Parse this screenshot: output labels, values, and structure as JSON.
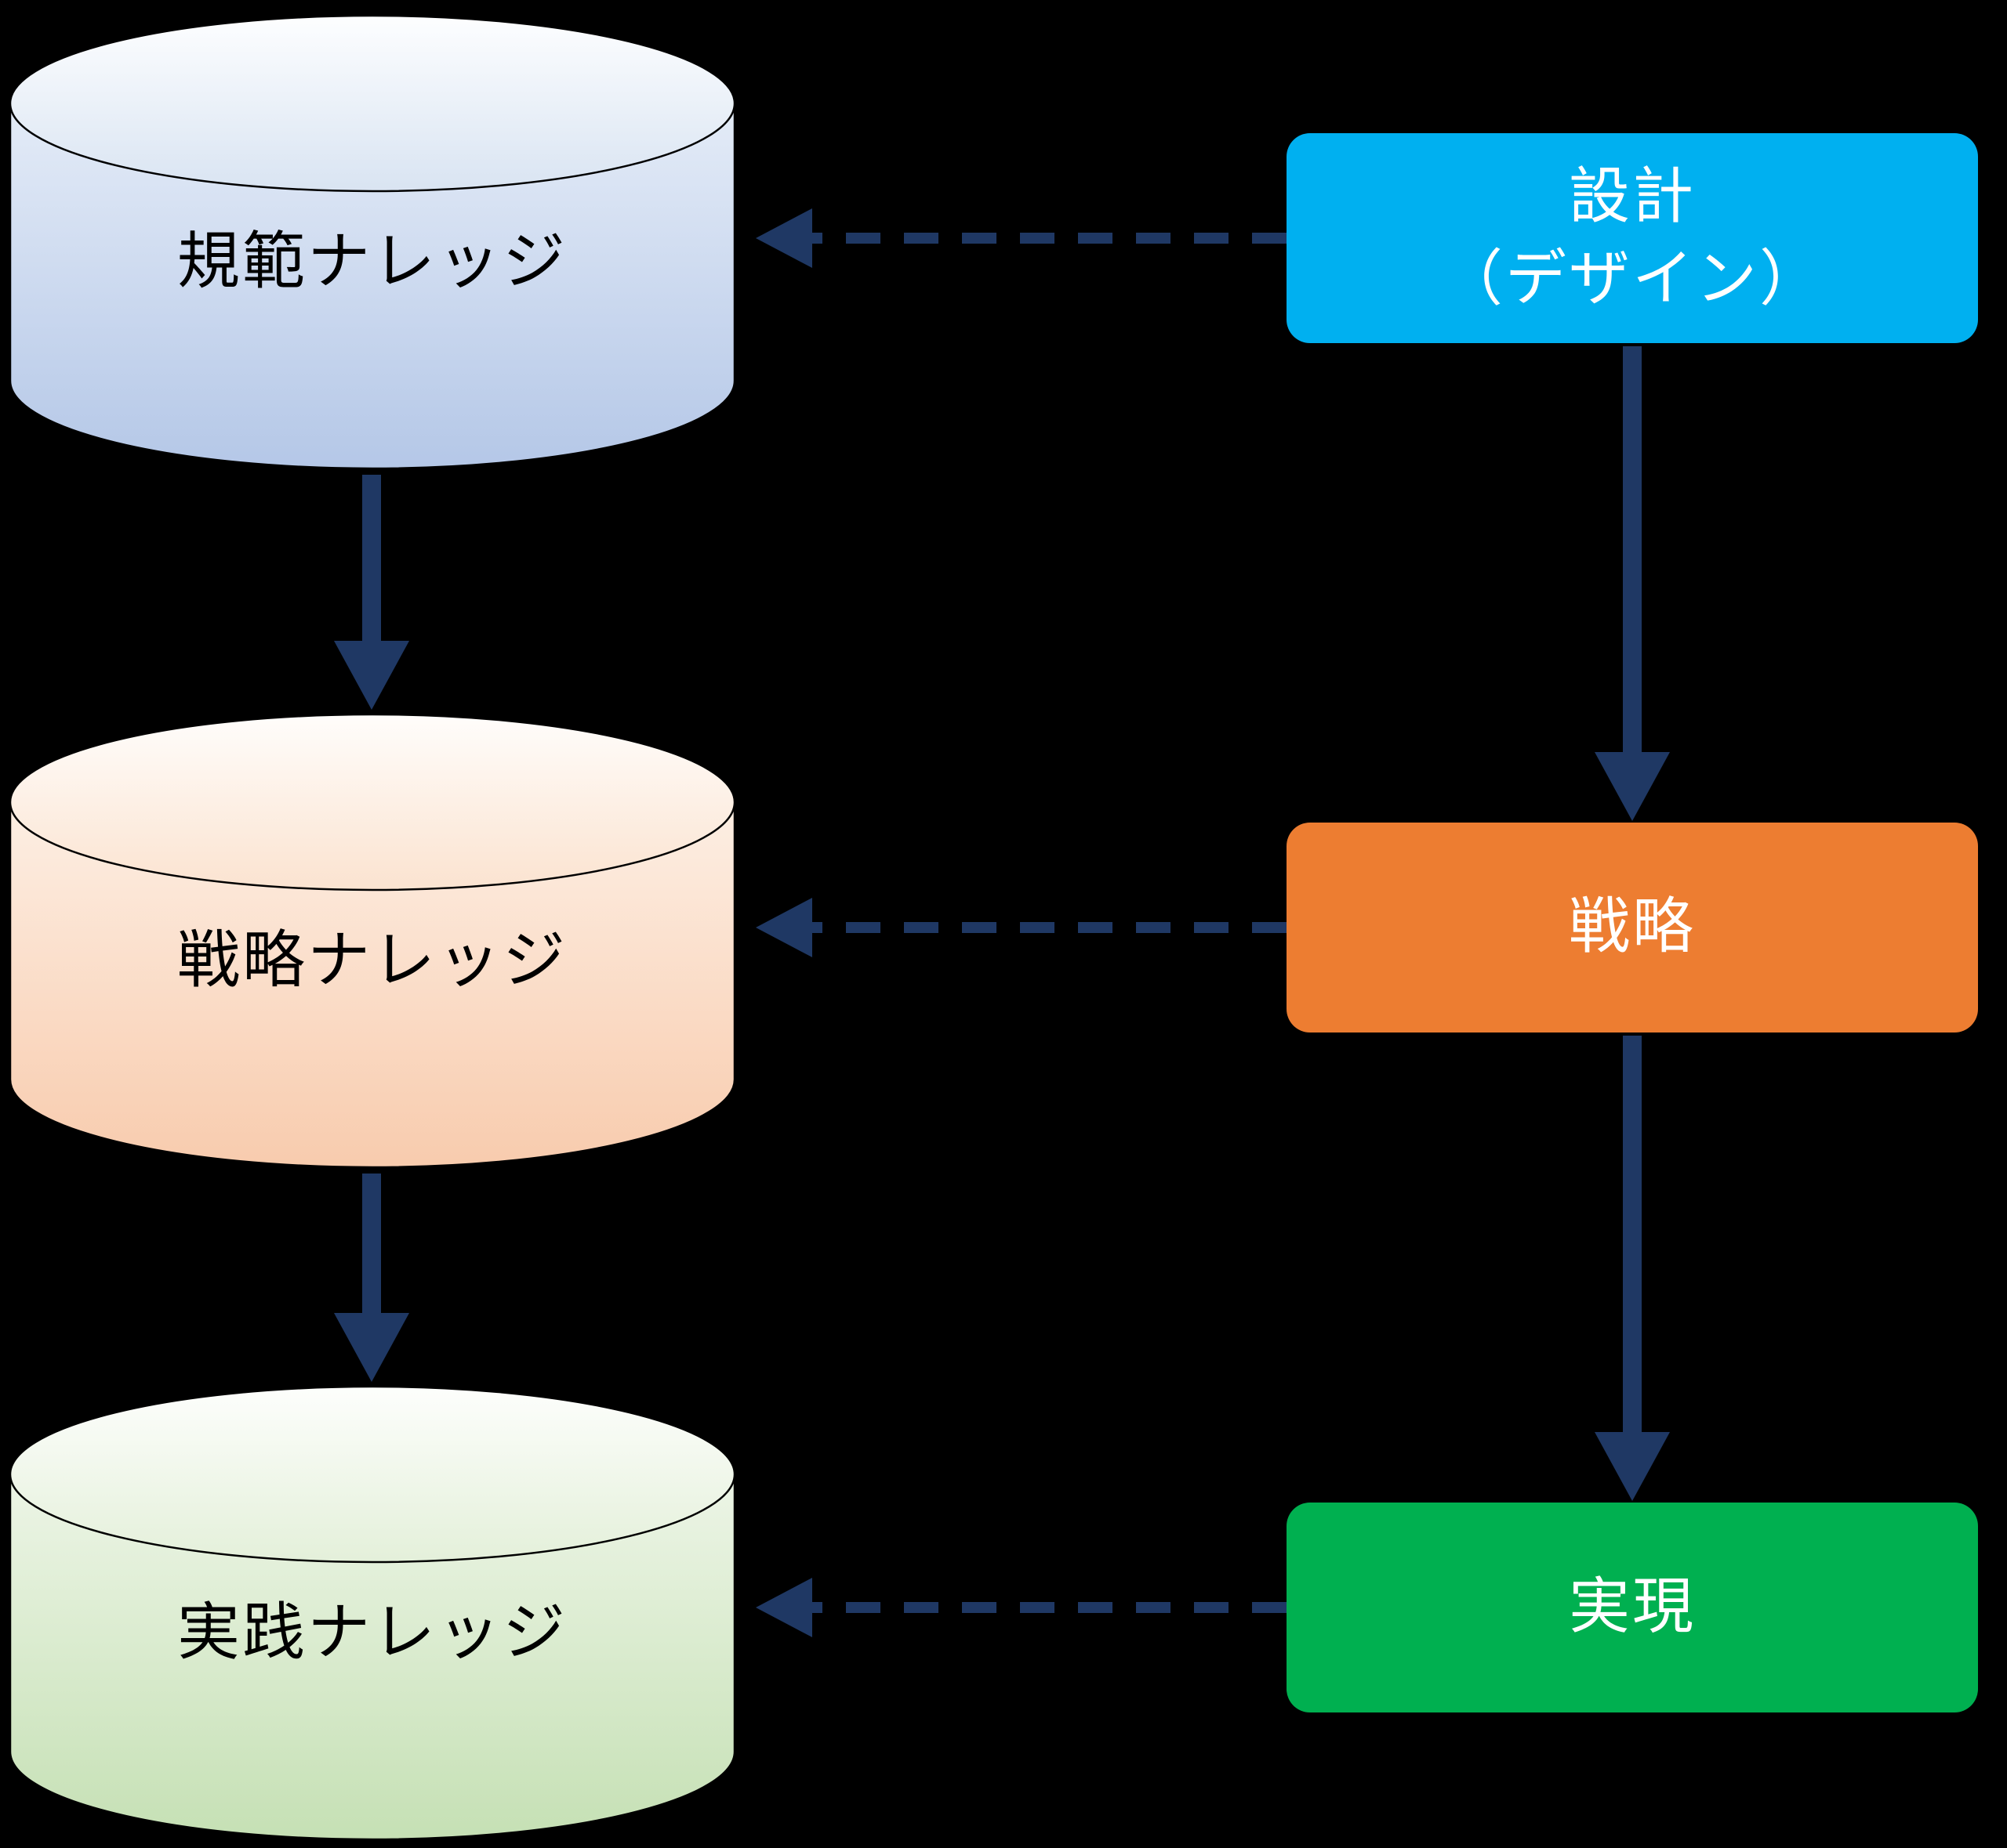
{
  "diagram": {
    "background_color": "#000000",
    "arrow_color": "#1F3864",
    "outline_color": "#000000",
    "cylinders": [
      {
        "label": "規範ナレッジ",
        "body_top_color": "#EFF4FB",
        "body_bottom_color": "#B4C7E7",
        "top_face_light": "#FDFEFF",
        "top_face_dark": "#D9E4F2"
      },
      {
        "label": "戦略ナレッジ",
        "body_top_color": "#FEF7F0",
        "body_bottom_color": "#F8CBAD",
        "top_face_light": "#FFFDFB",
        "top_face_dark": "#FBE3D0"
      },
      {
        "label": "実践ナレッジ",
        "body_top_color": "#F6FAF2",
        "body_bottom_color": "#C5E0B4",
        "top_face_light": "#FDFEFC",
        "top_face_dark": "#E4F0DA"
      }
    ],
    "boxes": [
      {
        "label": "設計\n（デザイン）",
        "color": "#00B0F0"
      },
      {
        "label": "戦略",
        "color": "#ED7D31"
      },
      {
        "label": "実現",
        "color": "#00B050"
      }
    ]
  }
}
